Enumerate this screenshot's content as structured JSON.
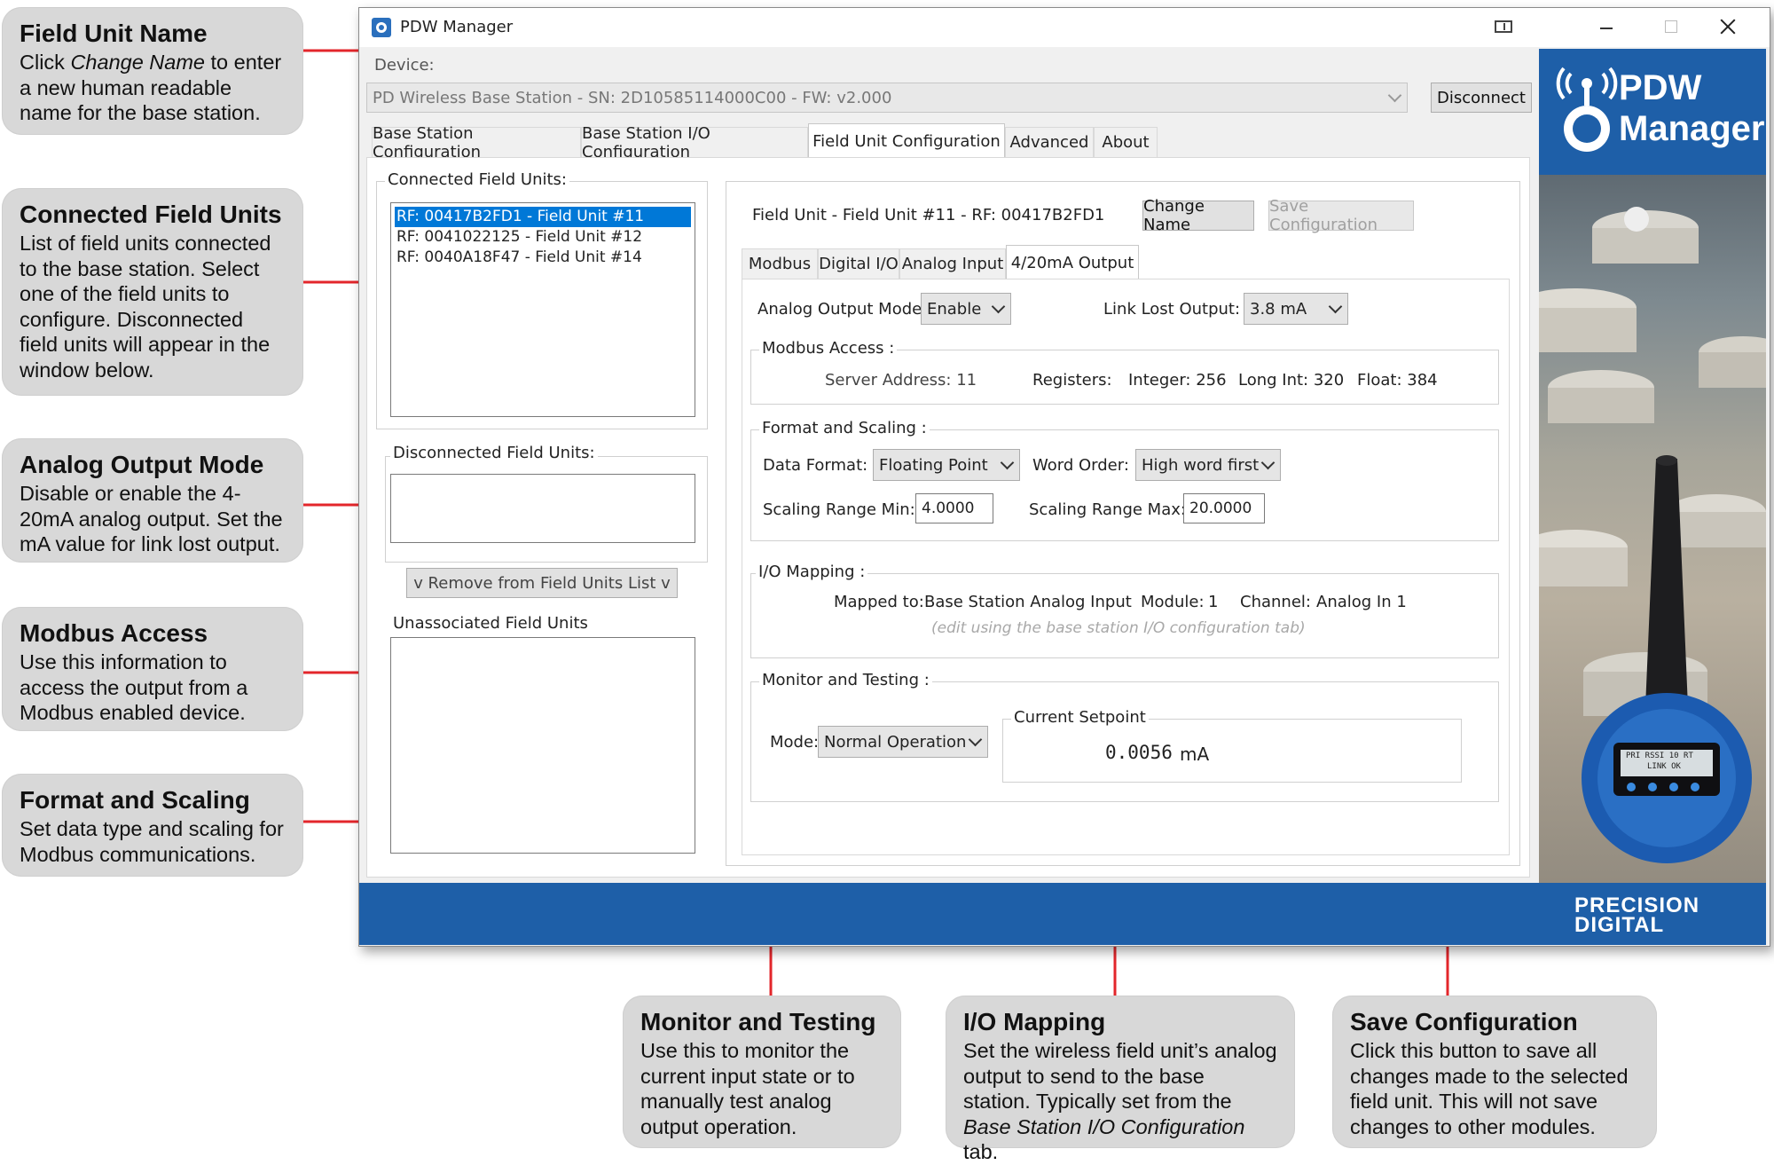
{
  "callouts": {
    "field_unit_name": {
      "title": "Field Unit Name",
      "body_pre": "Click ",
      "body_em": "Change Name",
      "body_post": " to enter a new human readable name for the base station."
    },
    "connected_field_units": {
      "title": "Connected Field Units",
      "body": "List of field units connected to the base station. Select one of the field units to configure. Disconnected field units will appear in the window below."
    },
    "analog_output_mode": {
      "title": "Analog Output Mode",
      "body": "Disable or enable the 4-20mA analog output. Set the mA value for link lost output."
    },
    "modbus_access": {
      "title": "Modbus Access",
      "body": "Use this information to access the output from a Modbus enabled device."
    },
    "format_and_scaling": {
      "title": "Format and Scaling",
      "body": "Set data type and scaling for Modbus communications."
    },
    "monitor_and_testing": {
      "title": "Monitor and Testing",
      "body": "Use this to monitor the current input state or to manually test analog output operation."
    },
    "io_mapping": {
      "title": "I/O Mapping",
      "body_pre": "Set the wireless field unit’s analog output to send to the base station. Typically set from the ",
      "body_em": "Base Station I/O Configuration",
      "body_post": " tab."
    },
    "save_configuration": {
      "title": "Save Configuration",
      "body": "Click this button to save all changes made to the selected field unit. This will not save changes to other modules."
    }
  },
  "window": {
    "title": "PDW Manager",
    "device_label": "Device:",
    "device_value": "PD Wireless Base Station - SN: 2D10585114000C00 - FW: v2.000",
    "disconnect_label": "Disconnect",
    "tabs": [
      "Base Station Configuration",
      "Base Station I/O Configuration",
      "Field Unit Configuration",
      "Advanced",
      "About"
    ],
    "active_tab": "Field Unit Configuration"
  },
  "left_panel": {
    "connected_label": "Connected Field Units:",
    "connected_items": [
      "RF: 00417B2FD1 - Field Unit #11",
      "RF: 0041022125 - Field Unit #12",
      "RF: 0040A18F47 - Field Unit #14"
    ],
    "selected_index": 0,
    "disconnected_label": "Disconnected Field Units:",
    "remove_button": "v Remove from Field Units List v",
    "unassociated_label": "Unassociated Field Units"
  },
  "field_unit": {
    "header": "Field Unit - Field Unit #11 - RF: 00417B2FD1",
    "change_name": "Change Name",
    "save_configuration": "Save Configuration",
    "subtabs": [
      "Modbus",
      "Digital I/O",
      "Analog Input",
      "4/20mA Output"
    ],
    "active_subtab": "4/20mA Output"
  },
  "output": {
    "analog_output_mode_label": "Analog Output Mode:",
    "analog_output_mode_value": "Enable",
    "link_lost_label": "Link Lost Output:",
    "link_lost_value": "3.8 mA",
    "modbus_access_label": "Modbus Access :",
    "server_address": "Server Address: 11",
    "registers_label": "Registers:",
    "integer": "Integer: 256",
    "long_int": "Long Int: 320",
    "float": "Float: 384",
    "format_scaling_label": "Format and Scaling :",
    "data_format_label": "Data Format:",
    "data_format_value": "Floating Point",
    "word_order_label": "Word Order:",
    "word_order_value": "High word first",
    "scaling_min_label": "Scaling Range Min:",
    "scaling_min_value": "4.0000",
    "scaling_max_label": "Scaling Range Max:",
    "scaling_max_value": "20.0000",
    "io_mapping_label": "I/O Mapping :",
    "mapped_to_label": "Mapped to:",
    "mapped_to_value": "Base Station Analog Input",
    "module_label": "Module:",
    "module_value": "1",
    "channel_label": "Channel:",
    "channel_value": "Analog In 1",
    "io_note": "(edit using the base station I/O configuration tab)",
    "monitor_label": "Monitor and Testing :",
    "mode_label": "Mode:",
    "mode_value": "Normal Operation",
    "current_setpoint_label": "Current Setpoint",
    "current_setpoint_value": "0.0056",
    "current_setpoint_unit": "mA"
  },
  "brand": {
    "logo_line1": "PDW",
    "logo_line2": "Manager",
    "footer_line1": "PRECISION",
    "footer_line2": "DIGITAL",
    "device_display_line1": "PRI  RSSI 10  RT",
    "device_display_line2": "LINK OK"
  },
  "colors": {
    "accent_red": "#e3262b",
    "brand_blue": "#1e5fa8",
    "callout_bg": "#d8d8d8",
    "selection_blue": "#0078d7"
  }
}
